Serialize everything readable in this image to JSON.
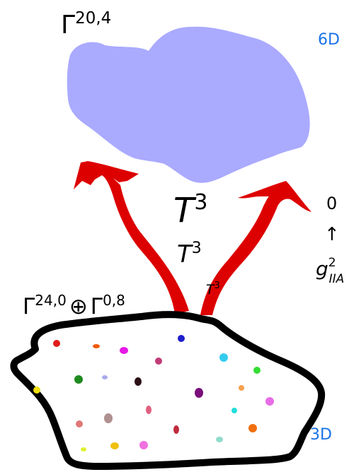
{
  "labels": {
    "top_lattice": "Γ",
    "top_lattice_sup": "20,4",
    "dim_6d": "6D",
    "dim_3d": "3D",
    "torus_large": "T",
    "torus_large_sup": "3",
    "torus_medium": "T",
    "torus_medium_sup": "3",
    "torus_small": "T",
    "torus_small_sup": "3",
    "bottom_lattice_a": "Γ",
    "bottom_lattice_a_sup": "24,0",
    "bottom_lattice_op": "⊕",
    "bottom_lattice_b": "Γ",
    "bottom_lattice_b_sup": "0,8",
    "coupling_value": "0",
    "coupling_arrow": "↑",
    "coupling_symbol": "g",
    "coupling_sup": "2",
    "coupling_sub": "IIA"
  },
  "colors": {
    "cloud_fill": "#aaaaff",
    "arrow_red": "#dd0000",
    "blob_outline": "#000000",
    "dim_label": "#1a73e8"
  },
  "dots": [
    {
      "color": "#e11d1d"
    },
    {
      "color": "#f05a0a"
    },
    {
      "color": "#e619e6"
    },
    {
      "color": "#1e1ecc"
    },
    {
      "color": "#c03c78"
    },
    {
      "color": "#33ccee"
    },
    {
      "color": "#33dd33"
    },
    {
      "color": "#f0e010"
    },
    {
      "color": "#1e8a1e"
    },
    {
      "color": "#aaaaee"
    },
    {
      "color": "#2a1014"
    },
    {
      "color": "#7a0e7a"
    },
    {
      "color": "#f5a050"
    },
    {
      "color": "#e66de6"
    },
    {
      "color": "#22dddd"
    },
    {
      "color": "#e07878"
    },
    {
      "color": "#b09090"
    },
    {
      "color": "#e06080"
    },
    {
      "color": "#c02c3c"
    },
    {
      "color": "#f07010"
    },
    {
      "color": "#90ddcc"
    },
    {
      "color": "#f0c010"
    },
    {
      "color": "#f070e0"
    },
    {
      "color": "#e0f030"
    }
  ]
}
